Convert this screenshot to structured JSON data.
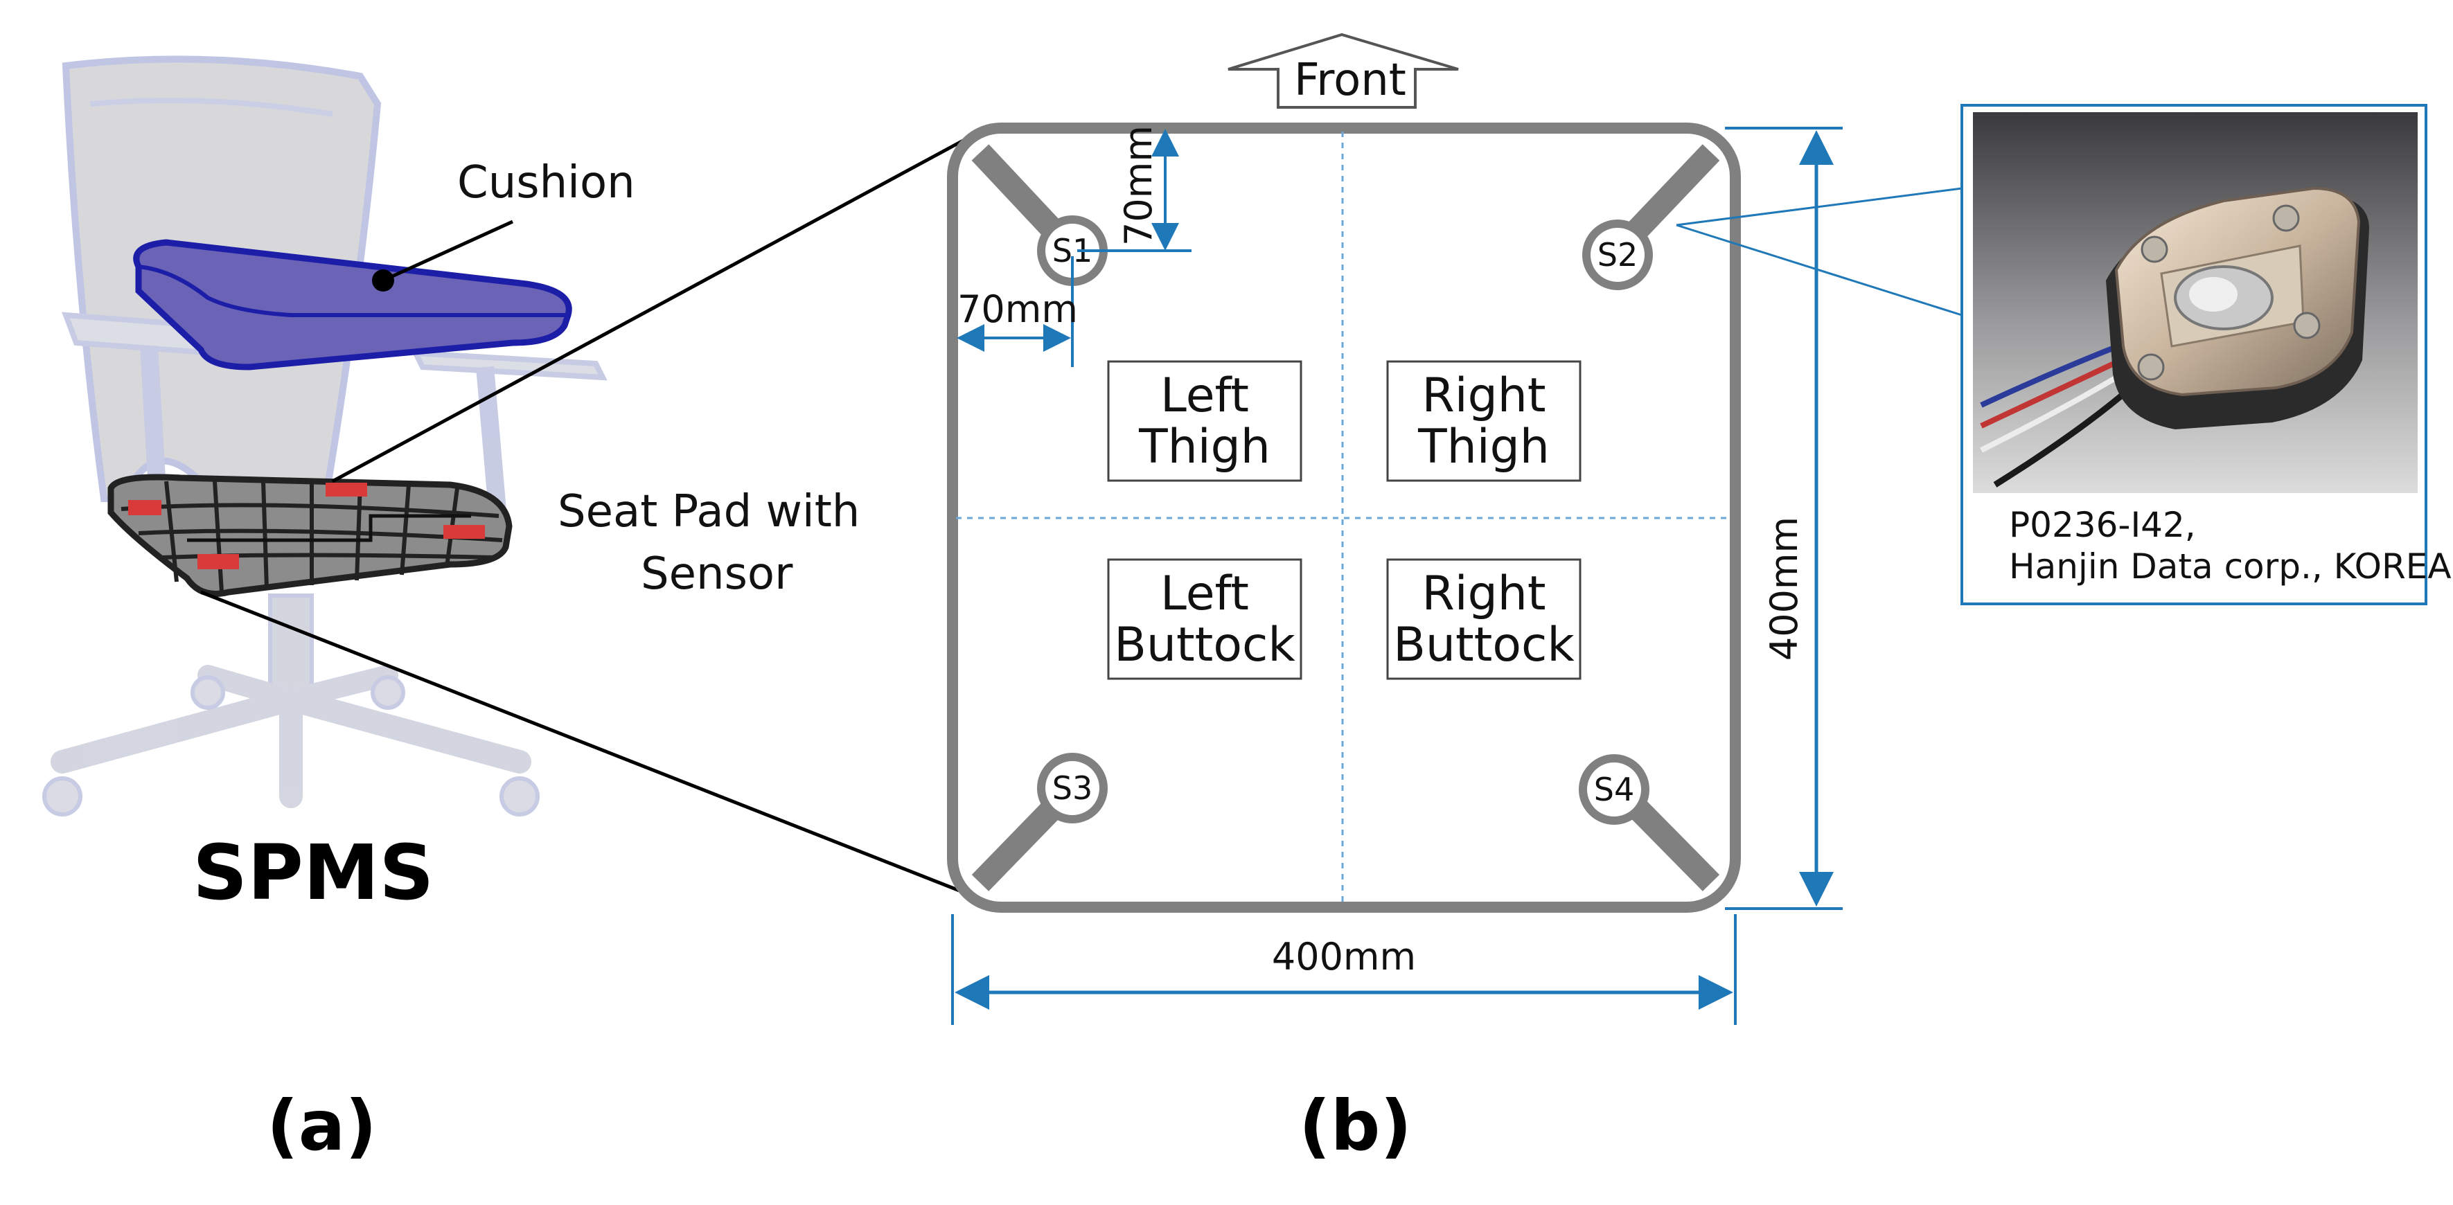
{
  "panel_a": {
    "caption": "(a)",
    "system_name": "SPMS",
    "cushion_label": "Cushion",
    "seat_pad_label_line1": "Seat Pad with",
    "seat_pad_label_line2": "Sensor"
  },
  "panel_b": {
    "caption": "(b)",
    "front_label": "Front",
    "width_dim": "400mm",
    "height_dim": "400mm",
    "offset_vertical": "70mm",
    "offset_horizontal": "70mm",
    "sensors": [
      "S1",
      "S2",
      "S3",
      "S4"
    ],
    "regions": {
      "left_thigh": [
        "Left",
        "Thigh"
      ],
      "right_thigh": [
        "Right",
        "Thigh"
      ],
      "left_buttock": [
        "Left",
        "Buttock"
      ],
      "right_buttock": [
        "Right",
        "Buttock"
      ]
    }
  },
  "load_cell": {
    "model": "P0236-I42,",
    "maker": "Hanjin Data corp., KOREA"
  },
  "colors": {
    "dimension_blue": "#1f78b8",
    "pad_gray": "#808080",
    "cushion_blue": "#6b63b5",
    "cushion_edge": "#1c1ea8",
    "chair_gray": "#c8cad6",
    "sensor_red": "#d93a3a"
  }
}
